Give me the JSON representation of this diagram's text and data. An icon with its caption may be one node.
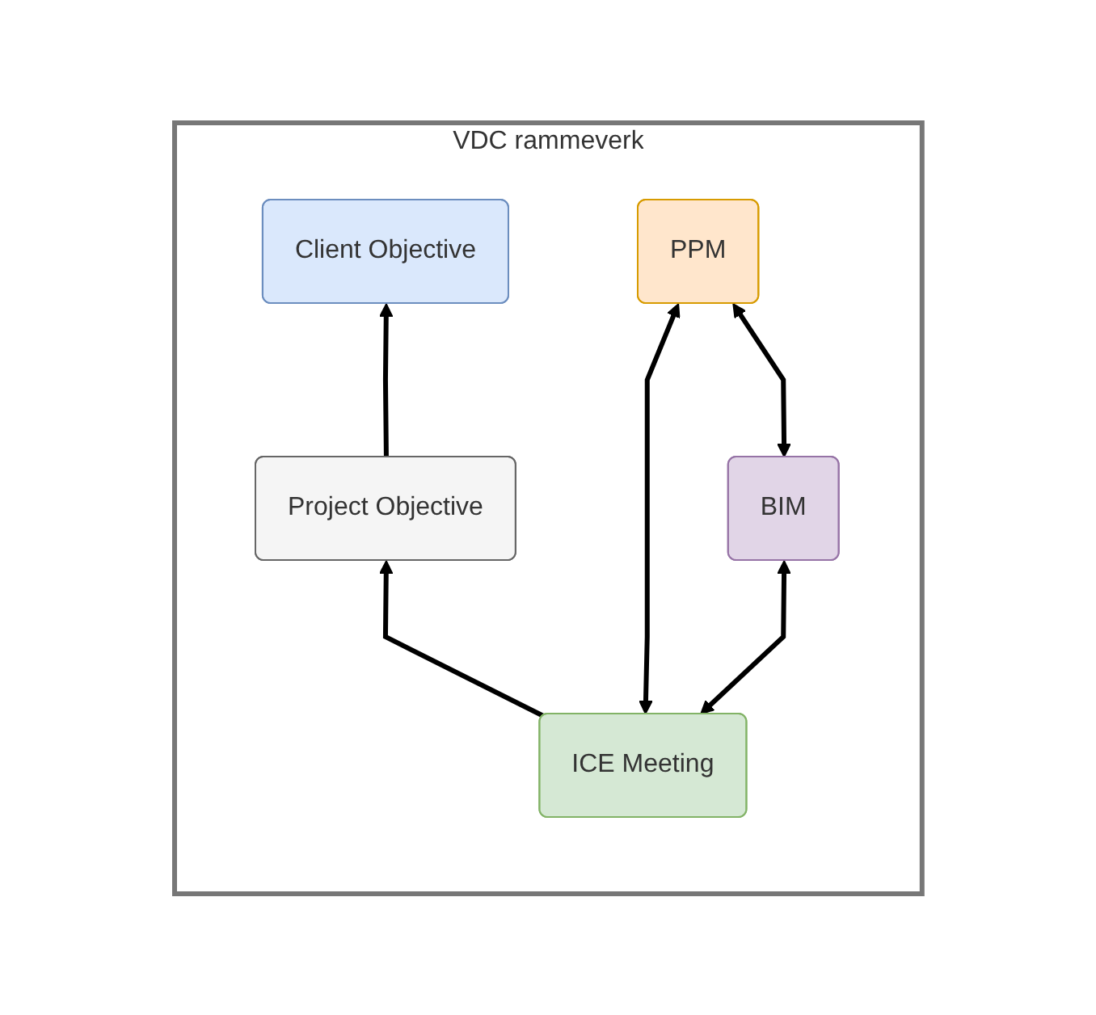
{
  "diagram": {
    "nodes": [
      {
        "text": [
          "VDC rammeverk"
        ]
      },
      {
        "text": [
          "Client Objective"
        ],
        "in": 0
      },
      {
        "text": [
          "Project Objective"
        ],
        "in": 0
      },
      {
        "text": [
          "ICE Meeting"
        ],
        "in": 0
      },
      {
        "text": [
          "BIM"
        ],
        "in": 0
      },
      {
        "text": [
          "PPM"
        ],
        "in": 0
      }
    ],
    "edges": [
      {
        "from": 2,
        "to": 1,
        "arrow": "to"
      },
      {
        "from": 3,
        "to": 2,
        "arrow": "to"
      },
      {
        "from": 3,
        "to": 4,
        "arrow": "both"
      },
      {
        "from": 3,
        "to": 5,
        "arrow": "both"
      },
      {
        "from": 4,
        "to": 5,
        "arrow": "both"
      }
    ]
  }
}
